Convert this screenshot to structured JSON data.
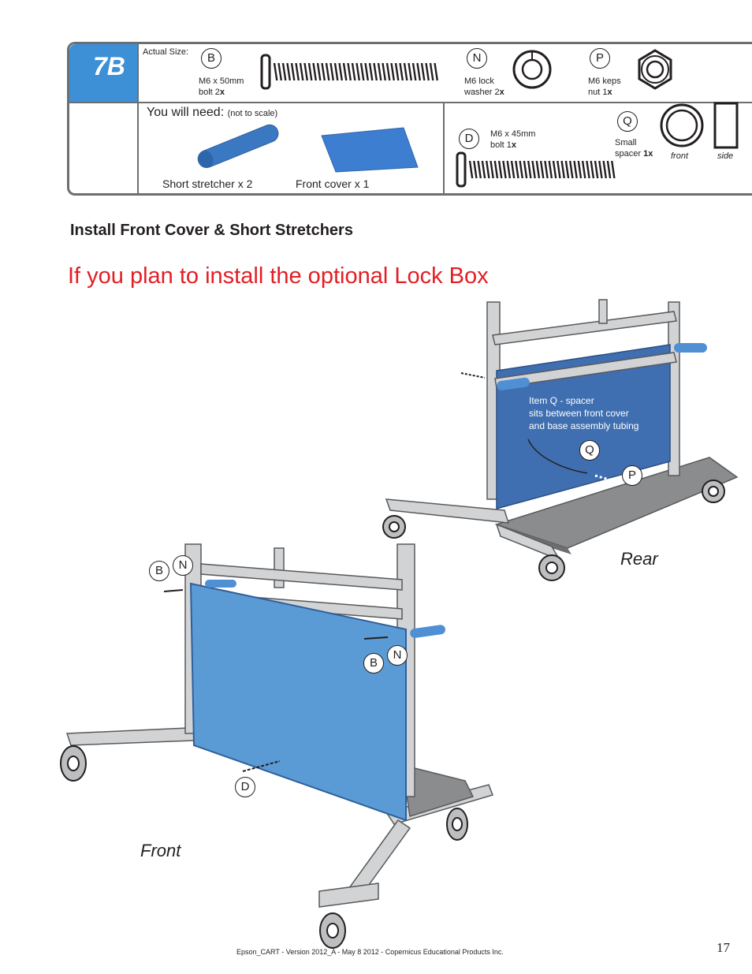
{
  "step": {
    "badge": "7B"
  },
  "parts": {
    "actual_size_label": "Actual Size:",
    "you_will_need": "You will need:",
    "not_to_scale": "(not to scale)",
    "items": [
      {
        "letter": "B",
        "desc_line1": "M6 x 50mm",
        "desc_line2": "bolt 2",
        "qty": "x"
      },
      {
        "letter": "N",
        "desc_line1": "M6 lock",
        "desc_line2": "washer 2",
        "qty": "x"
      },
      {
        "letter": "P",
        "desc_line1": "M6 keps",
        "desc_line2": "nut 1",
        "qty": "x"
      },
      {
        "letter": "D",
        "desc_line1": "M6  x 45mm",
        "desc_line2": "bolt 1",
        "qty": "x"
      },
      {
        "letter": "Q",
        "desc_line1": "Small",
        "desc_line2": "spacer ",
        "qty": "1x"
      }
    ],
    "view_front": "front",
    "view_side": "side",
    "short_stretcher": "Short stretcher x 2",
    "front_cover": "Front cover x 1"
  },
  "instruction_title": "Install Front Cover & Short Stretchers",
  "lock_box_heading": "If you plan to install the optional Lock Box",
  "rear": {
    "label": "Rear",
    "note_line1": "Item Q - spacer",
    "note_line2": "sits between front cover",
    "note_line3": "and base assembly tubing",
    "callouts": [
      "Q",
      "P"
    ]
  },
  "front": {
    "label": "Front",
    "callouts": [
      "B",
      "N",
      "B",
      "N",
      "D"
    ]
  },
  "footer": "Epson_CART - Version 2012_A - May 8 2012 - Copernicus Educational Products Inc.",
  "page_number": "17",
  "colors": {
    "badge_blue": "#3d8fd6",
    "cover_blue": "#5b9bd5",
    "rear_blue": "#3f6fb0",
    "heading_red": "#e31e24"
  }
}
